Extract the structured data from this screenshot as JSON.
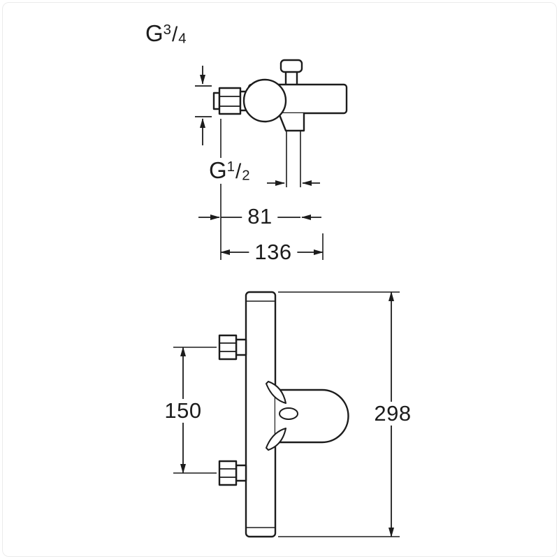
{
  "style": {
    "ink": "#1c1c1c",
    "background": "#ffffff",
    "frame_border": "#ebebeb"
  },
  "side_view": {
    "g34_prefix": "G",
    "g34_num": "3",
    "g34_slash": "/",
    "g34_den": "4",
    "g12_prefix": "G",
    "g12_num": "1",
    "g12_slash": "/",
    "g12_den": "2",
    "dim81": "81",
    "dim136": "136"
  },
  "front_view": {
    "dim150": "150",
    "dim298": "298"
  }
}
